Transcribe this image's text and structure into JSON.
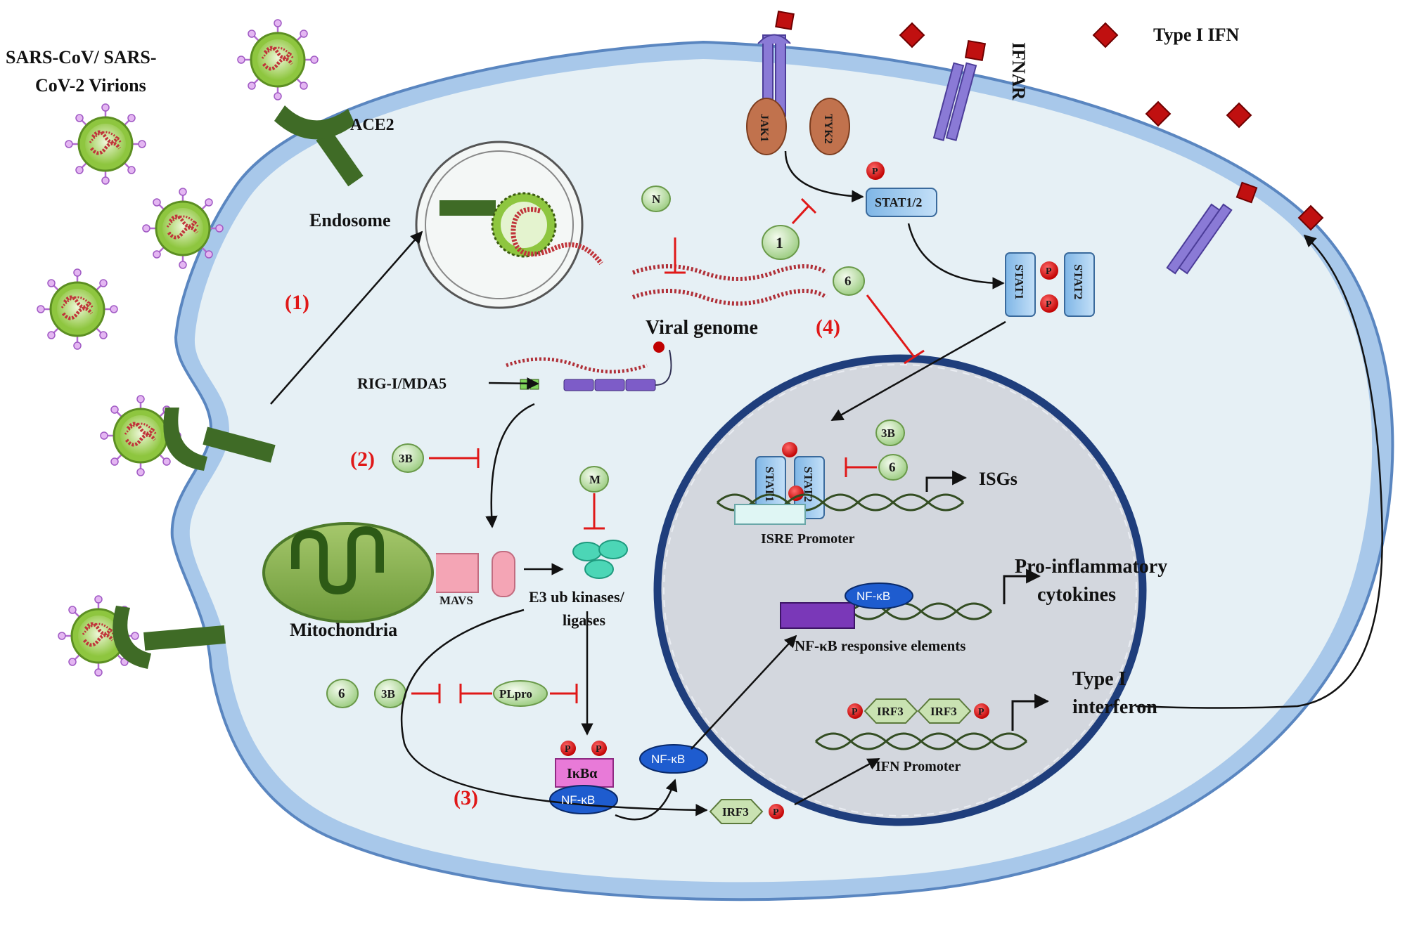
{
  "labels": {
    "virions": [
      "SARS-CoV/ SARS-",
      "CoV-2  Virions"
    ],
    "ace2": "ACE2",
    "endosome": "Endosome",
    "viral_genome": "Viral genome",
    "rig": "RIG-I/MDA5",
    "mitochondria": "Mitochondria",
    "mavs": "MAVS",
    "e3": [
      "E3 ub kinases/",
      "ligases"
    ],
    "ifnar": "IFNAR",
    "type1_ifn": "Type I IFN",
    "jak1": "JAK1",
    "tyk2": "TYK2",
    "stat12": "STAT1/2",
    "stat1": "STAT1",
    "stat2": "STAT2",
    "isgs": "ISGs",
    "isre": "ISRE Promoter",
    "pro_inflam": [
      "Pro-inflammatory",
      "cytokines"
    ],
    "nfkb": "NF-κB",
    "nfkb_resp": "NF-κB responsive elements",
    "ifn_promoter": "IFN Promoter",
    "type1_interferon": [
      "Type I",
      "interferon"
    ],
    "irf3": "IRF3",
    "ikba": "IκBα",
    "plpro": "PLpro",
    "p": "P"
  },
  "steps": [
    "(1)",
    "(2)",
    "(3)",
    "(4)"
  ],
  "viral_proteins": {
    "n": "N",
    "m": "M",
    "one": "1",
    "six": "6",
    "three_b": "3B"
  },
  "colors": {
    "cytoplasm": "#e6f0f5",
    "membrane": "#a8c8ea",
    "nucleus_fill": "#d3d7de",
    "nucleus_border": "#1f3e7c",
    "virus_green": "#8ec63f",
    "receptor": "#3f6b26",
    "ifnar": "#8a7ad6",
    "ifn": "#c01010",
    "inhibit": "#e01818",
    "stat": "#9ecbee",
    "nfkb": "#1e5ccf",
    "irf3": "#c9e2b2",
    "ikba": "#e87ad8",
    "protein_bead": "#c8e6b0"
  }
}
